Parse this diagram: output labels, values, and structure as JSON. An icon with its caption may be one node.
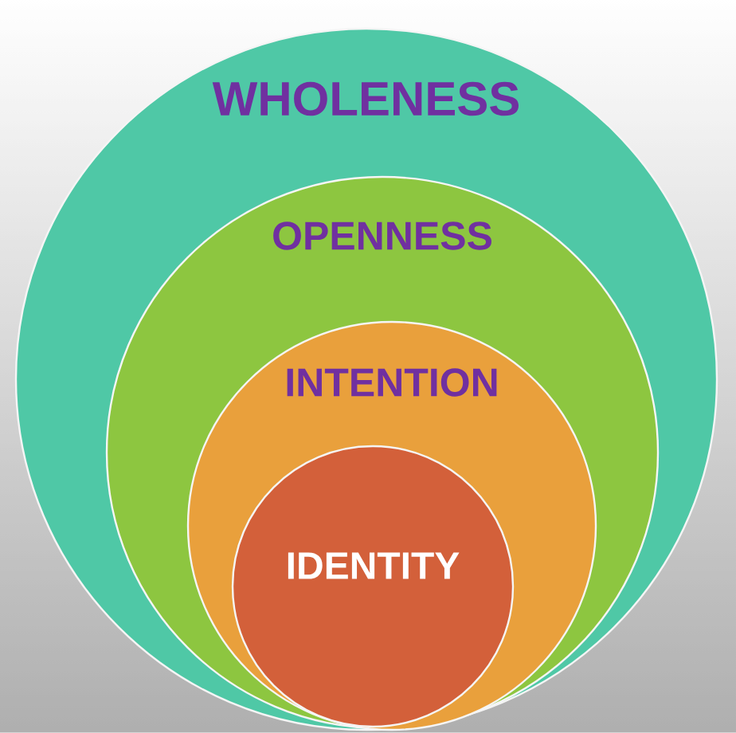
{
  "diagram": {
    "nodes": [
      {
        "text": [
          "WHOLENESS"
        ]
      },
      {
        "text": [
          "OPENNESS"
        ],
        "in": 0
      },
      {
        "text": [
          "INTENTION"
        ],
        "in": 1
      },
      {
        "text": [
          "IDENTITY"
        ],
        "in": 2
      }
    ]
  }
}
